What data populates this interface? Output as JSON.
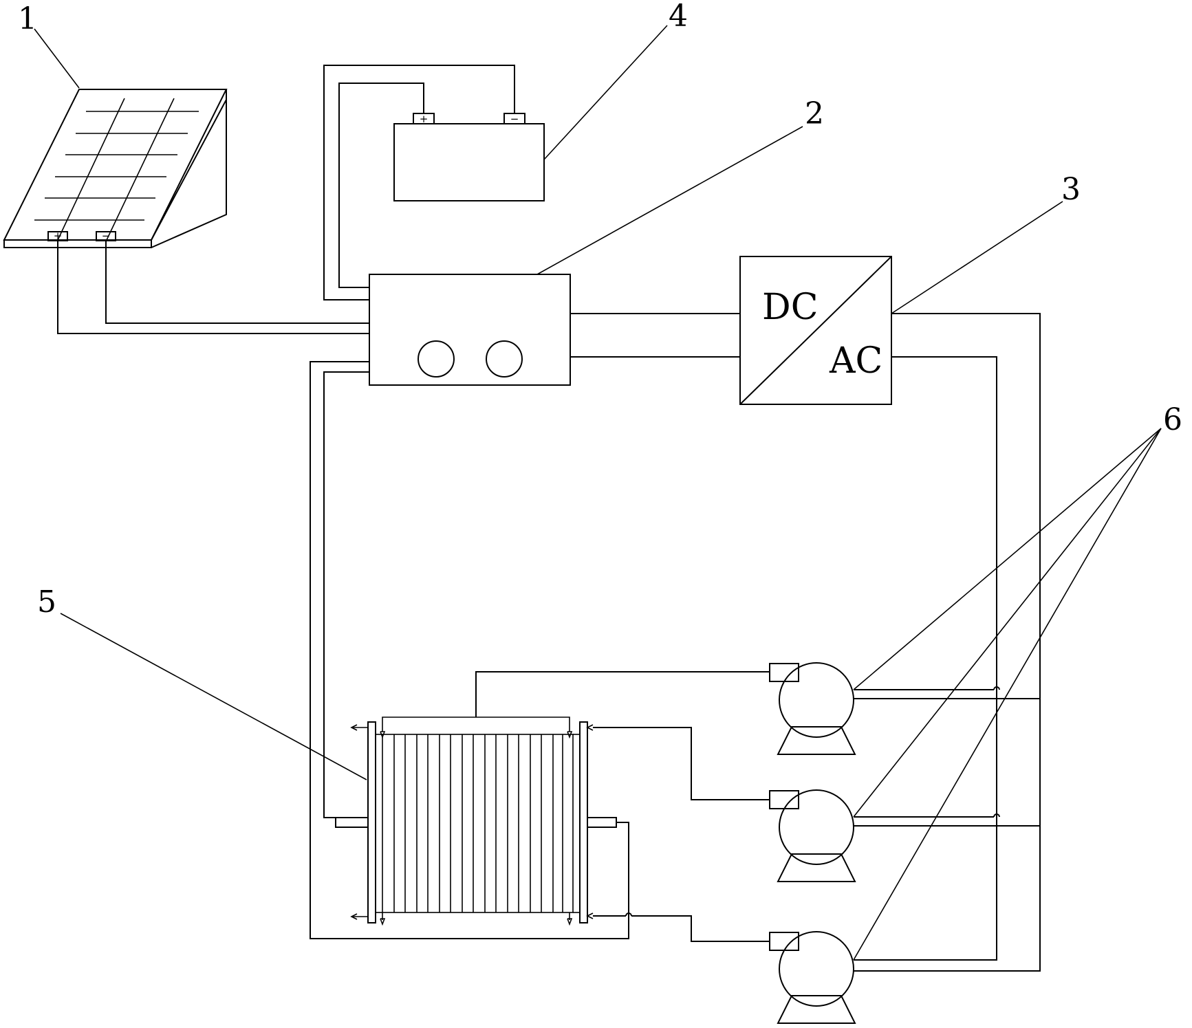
{
  "labels": {
    "solar_panel": "1",
    "controller": "2",
    "inverter": "3",
    "battery": "4",
    "electrodialysis_stack": "5",
    "pumps": "6"
  },
  "inverter": {
    "top_text": "DC",
    "bottom_text": "AC"
  },
  "terminals": {
    "positive": "+",
    "negative": "−"
  }
}
